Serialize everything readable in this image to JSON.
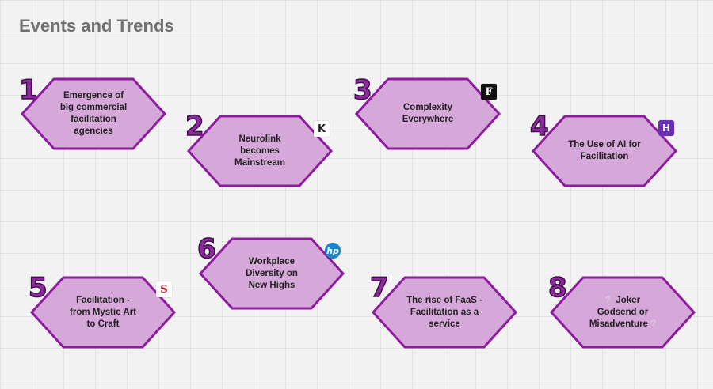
{
  "board": {
    "title": "Events and Trends"
  },
  "colors": {
    "hex_fill": "#d6a8d9",
    "hex_stroke": "#8e1a9f",
    "number": "#8c2a9e"
  },
  "cards": [
    {
      "number": "1",
      "text": "Emergence of\nbig commercial\nfacilitation\nagencies",
      "logo": ""
    },
    {
      "number": "2",
      "text": "Neurolink\nbecomes\nMainstream",
      "logo": "K"
    },
    {
      "number": "3",
      "text": "Complexity\nEverywhere",
      "logo": "F"
    },
    {
      "number": "4",
      "text": "The Use of AI for\nFacilitation",
      "logo": "H"
    },
    {
      "number": "5",
      "text": "Facilitation -\nfrom Mystic Art\nto Craft",
      "logo": "S"
    },
    {
      "number": "6",
      "text": "Workplace\nDiversity on\nNew Highs",
      "logo": "hp"
    },
    {
      "number": "7",
      "text": "The rise of FaaS -\nFacilitation as a\nservice",
      "logo": ""
    },
    {
      "number": "8",
      "text_line1": "Joker",
      "text_line2": "Godsend or",
      "text_line3": "Misadventure",
      "q": "?",
      "logo": ""
    }
  ]
}
